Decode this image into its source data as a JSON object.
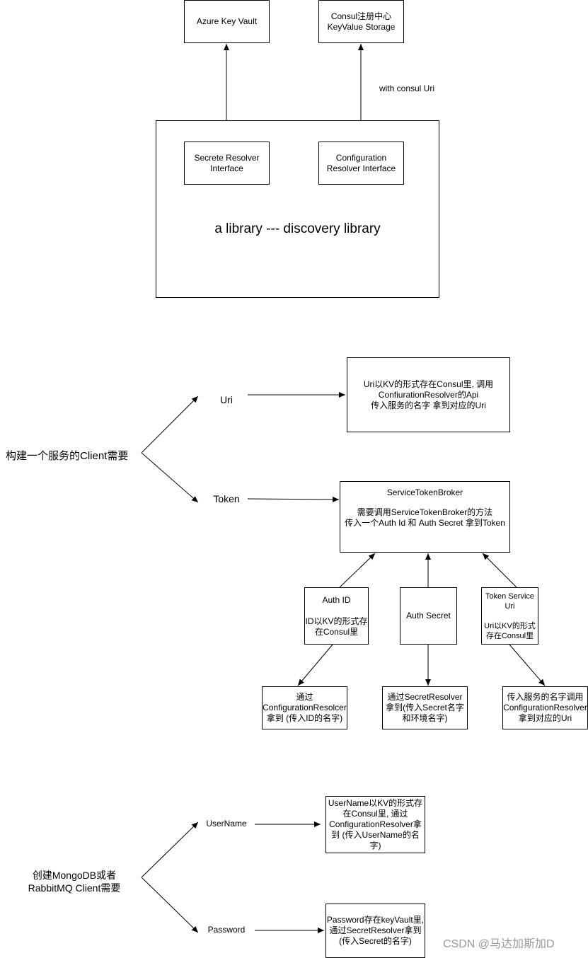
{
  "section1": {
    "azure_key_vault": "Azure Key Vault",
    "consul_storage": "Consul注册中心\nKeyValue Storage",
    "with_consul_uri": "with consul Uri",
    "secrete_resolver": "Secrete Resolver\nInterface",
    "configuration_resolver": "Configuration\nResolver Interface",
    "library_title": "a library --- discovery library"
  },
  "section2": {
    "root": "构建一个服务的Client需要",
    "uri": "Uri",
    "token": "Token",
    "uri_desc": "Uri以KV的形式存在Consul里, 调用\nConfiurationResolver的Api\n传入服务的名字 拿到对应的Uri",
    "broker_title": "ServiceTokenBroker",
    "broker_desc": "需要调用ServiceTokenBroker的方法\n传入一个Auth Id 和 Auth Secret 拿到Token",
    "auth_id": "Auth ID\n\nID以KV的形式存\n在Consul里",
    "auth_secret": "Auth Secret",
    "token_service_uri": "Token Service\nUri\n\nUri以KV的形式\n存在Consul里",
    "auth_id_fetch": "通过\nConfigurationResolcer\n拿到 (传入ID的名字)",
    "auth_secret_fetch": "通过SecretResolver\n拿到(传入Secret名字\n和环境名字)",
    "token_uri_fetch": "传入服务的名字调用\nConfigurationResolver\n拿到对应的Uri"
  },
  "section3": {
    "root": "创建MongoDB或者\nRabbitMQ Client需要",
    "username": "UserName",
    "password": "Password",
    "username_desc": "UserName以KV的形式存\n在Consul里, 通过\nConfigurationResolver拿\n到 (传入UserName的名\n字)",
    "password_desc": "Password存在keyVault里,\n通过SecretResolver拿到\n(传入Secret的名字)"
  },
  "watermark": "CSDN @马达加斯加D"
}
